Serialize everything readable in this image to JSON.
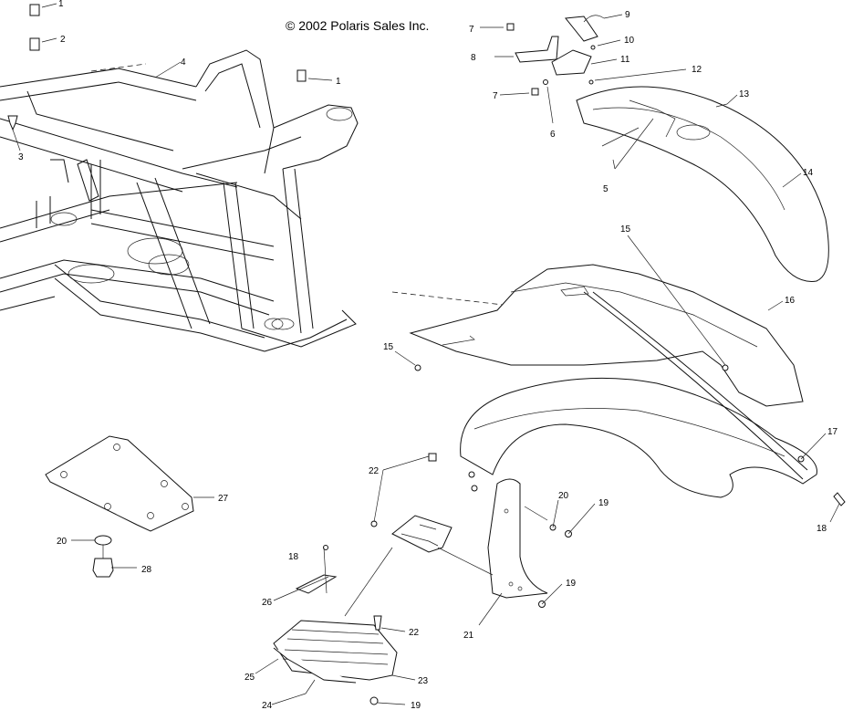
{
  "copyright": "© 2002 Polaris Sales Inc.",
  "callouts": [
    "1",
    "2",
    "1",
    "3",
    "4",
    "7",
    "9",
    "10",
    "8",
    "11",
    "12",
    "7",
    "6",
    "13",
    "5",
    "14",
    "15",
    "16",
    "15",
    "17",
    "18",
    "27",
    "20",
    "28",
    "22",
    "20",
    "19",
    "19",
    "21",
    "18",
    "26",
    "22",
    "25",
    "23",
    "24",
    "19"
  ]
}
